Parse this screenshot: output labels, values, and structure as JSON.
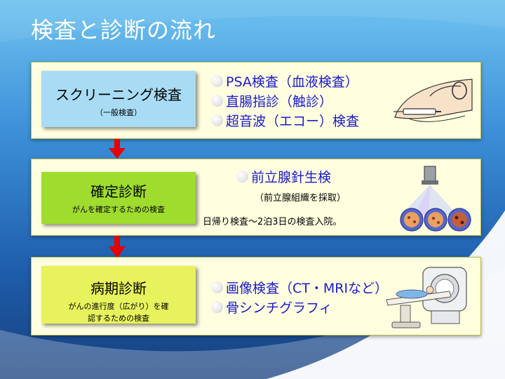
{
  "title": "検査と診断の流れ",
  "steps": [
    {
      "label": "スクリーニング検査",
      "sublabel": "（一般検査）",
      "items": [
        "PSA検査（血液検査）",
        "直腸指診（触診）",
        "超音波（エコー）検査"
      ]
    },
    {
      "label": "確定診断",
      "sublabel": "がんを確定するための検査",
      "items": [
        "前立腺針生検"
      ],
      "item_note": "（前立腺組織を採取）",
      "note": "日帰り検査～2泊3日の検査入院。"
    },
    {
      "label": "病期診断",
      "sublabel_line1": "がんの進行度（広がり）を確",
      "sublabel_line2": "認するための検査",
      "items": [
        "画像検査（CT・MRIなど）",
        "骨シンチグラフィ"
      ]
    }
  ],
  "colors": {
    "background_top": "#6fc3f0",
    "background_bottom": "#173f7c",
    "panel": "#ffffe0",
    "step1_box": "#a8dcf4",
    "step2_box": "#9fdc2e",
    "step3_box": "#e8f25c",
    "item_text": "#1a1acc",
    "arrow": "#e60000"
  },
  "icons": [
    "blood-draw-illustration",
    "microscope-biopsy-illustration",
    "ct-scanner-illustration",
    "down-arrow-icon"
  ]
}
